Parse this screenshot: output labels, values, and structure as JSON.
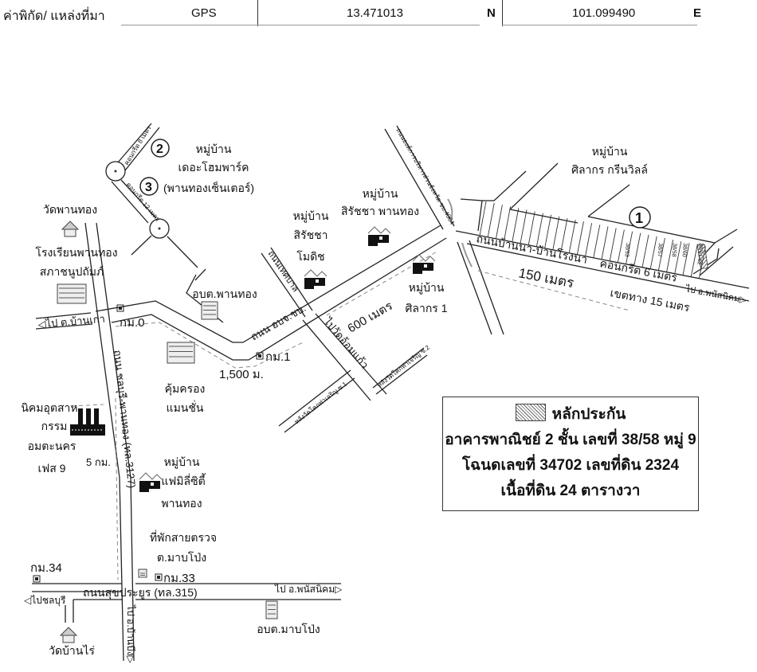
{
  "header": {
    "label": "ค่าพิกัด/  แหล่งที่มา",
    "source": "GPS",
    "latitude": "13.471013",
    "lat_dir": "N",
    "longitude": "101.099490",
    "lon_dir": "E"
  },
  "roads": {
    "chonburi_phanthong": "ถนน ชลบุรี-พานทอง (ทล.3127)",
    "to_ban_kao": "◁ไป ต.บ้านเก่า",
    "oborjor": "ถนน อบจ.ชบ.",
    "wat_om_kaeo": "ไปวัดอ้อมแก้ว",
    "thesaban": "ถนนเทศบาล",
    "ongkan": "ถนนองค์การบริหารส่วนจังหวัด ชบ.4004",
    "ban_na_rong_na": "ถนนบ้านนา-บ้านโรงนา",
    "concrete_6m": "คอนกรีต 6 เมตร",
    "to_phanat_top": "ไป อ.พนัสนิคม▷",
    "concrete_8m": "คอนกรีต 8 เมตร",
    "concrete_12m": "คอนกรีต 12 เมตร",
    "soi_1": "หลังวัดโคกท่าเจริญ ซ.1",
    "soi_2": "หลังวัดโคกท่าเจริญ ซ.2",
    "sukprayoon": "ถนนสุขประยูร (ทล.315)",
    "to_chonburi": "◁ไปชลบุรี",
    "to_phanat_bottom": "ไป อ.พนัสนิคม▷",
    "to_ban_bueng": "ไป อ.บ้านบึง▷"
  },
  "distances": {
    "d150": "150 เมตร",
    "right_of_way": "เขตทาง 15 เมตร",
    "d600": "600 เมตร",
    "d1500": "1,500 ม.",
    "d5km": "5 กม."
  },
  "markers": {
    "km0": "กม.0",
    "km1": "กม.1",
    "km33": "กม.33",
    "km34": "กม.34",
    "n1": "1",
    "n2": "2",
    "n3": "3"
  },
  "places": {
    "silakorn_green_1": "หมู่บ้าน",
    "silakorn_green_2": "ศิลากร กรีนวิลล์",
    "the_home_park_1": "หมู่บ้าน",
    "the_home_park_2": "เดอะโฮมพาร์ค",
    "the_home_park_3": "(พานทองเซ็นเตอร์)",
    "sirat_phanthong_1": "หมู่บ้าน",
    "sirat_phanthong_2": "สิรัชชา พานทอง",
    "sirat_modish_1": "หมู่บ้าน",
    "sirat_modish_2": "สิรัชชา",
    "sirat_modish_3": "โมดิช",
    "silakorn1_1": "หมู่บ้าน",
    "silakorn1_2": "ศิลากร 1",
    "obt_phanthong": "อบต.พานทอง",
    "wat_phanthong": "วัดพานทอง",
    "school_1": "โรงเรียนพานทอง",
    "school_2": "สภาชนูปถัมภ์",
    "mansion_1": "คุ้มครอง",
    "mansion_2": "แมนชั่น",
    "estate_1": "นิคมอุตสาห",
    "estate_2": "กรรม",
    "estate_3": "อมตะนคร",
    "estate_4": "เฟส 9",
    "family_city_1": "หมู่บ้าน",
    "family_city_2": "แฟมิลี่ซิตี้",
    "family_city_3": "พานทอง",
    "police_1": "ที่พักสายตรวจ",
    "police_2": "ต.มาบโป่ง",
    "obt_mabpong": "อบต.มาบโป่ง",
    "wat_ban_rai": "วัดบ้านไร่"
  },
  "lots": [
    "38/53",
    "38/57",
    "38/58",
    "38/60",
    "38/61-62"
  ],
  "legend": {
    "collateral": "หลักประกัน",
    "line1": "อาคารพาณิชย์ 2 ชั้น เลขที่ 38/58 หมู่ 9",
    "line2": "โฉนดเลขที่ 34702 เลขที่ดิน 2324",
    "line3": "เนื้อที่ดิน 24 ตารางวา"
  }
}
